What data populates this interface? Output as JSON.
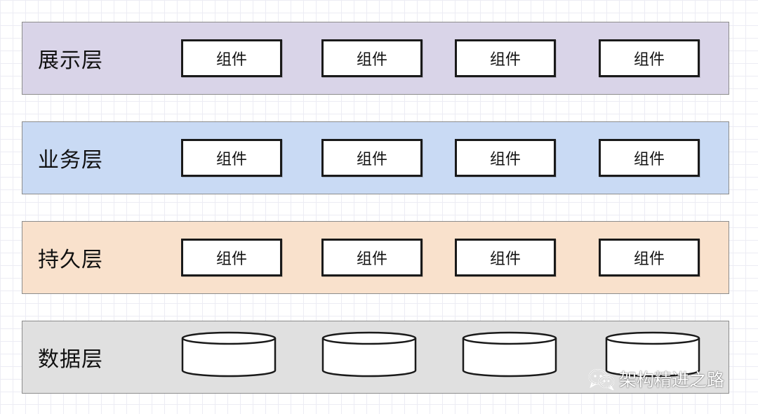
{
  "layers": [
    {
      "label": "展示层",
      "fill": "#d9d4e8",
      "components": [
        "组件",
        "组件",
        "组件",
        "组件"
      ]
    },
    {
      "label": "业务层",
      "fill": "#c9daf4",
      "components": [
        "组件",
        "组件",
        "组件",
        "组件"
      ]
    },
    {
      "label": "持久层",
      "fill": "#f9e1cc",
      "components": [
        "组件",
        "组件",
        "组件",
        "组件"
      ]
    },
    {
      "label": "数据层",
      "fill": "#e0e0e0",
      "databases": [
        "database-icon",
        "database-icon",
        "database-icon",
        "database-icon"
      ]
    }
  ],
  "watermark": {
    "icon": "wechat-icon",
    "text": "架构精进之路"
  }
}
